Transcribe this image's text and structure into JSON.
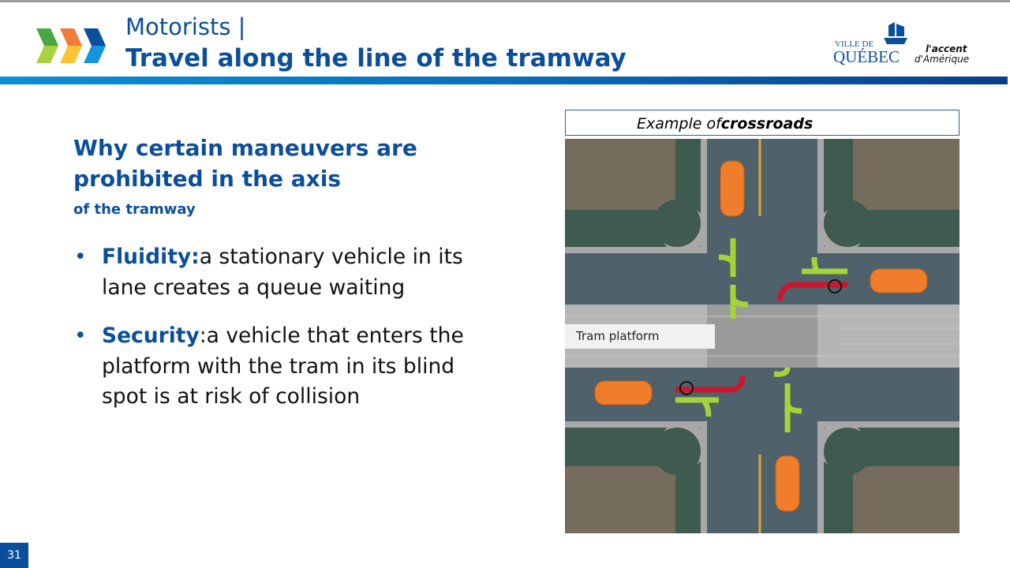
{
  "header": {
    "supertitle": "Motorists |",
    "title": "Travel along the line of the tramway",
    "logo": {
      "ville": "VILLE DE",
      "quebec": "QUÉBEC",
      "accent": "l'accent",
      "amerique": "d'Amérique"
    }
  },
  "main": {
    "heading": "Why certain maneuvers are prohibited in the axis",
    "subheading": "of the tramway",
    "bullets": [
      {
        "term": "Fluidity:",
        "text": "a stationary vehicle in its lane creates a queue waiting"
      },
      {
        "term": "Security",
        "text": ":a vehicle that enters the platform with the tram in its blind spot is at risk of collision"
      }
    ]
  },
  "figure": {
    "caption_prefix": "Example of",
    "caption_bold": "crossroads",
    "platform_label": "Tram platform"
  },
  "page_number": "31",
  "colors": {
    "brand": "#0b4f9c",
    "road": "#4f626b",
    "arrow_allowed": "#a4d43a",
    "arrow_prohibited": "#c8172e",
    "car": "#f07d2c"
  }
}
